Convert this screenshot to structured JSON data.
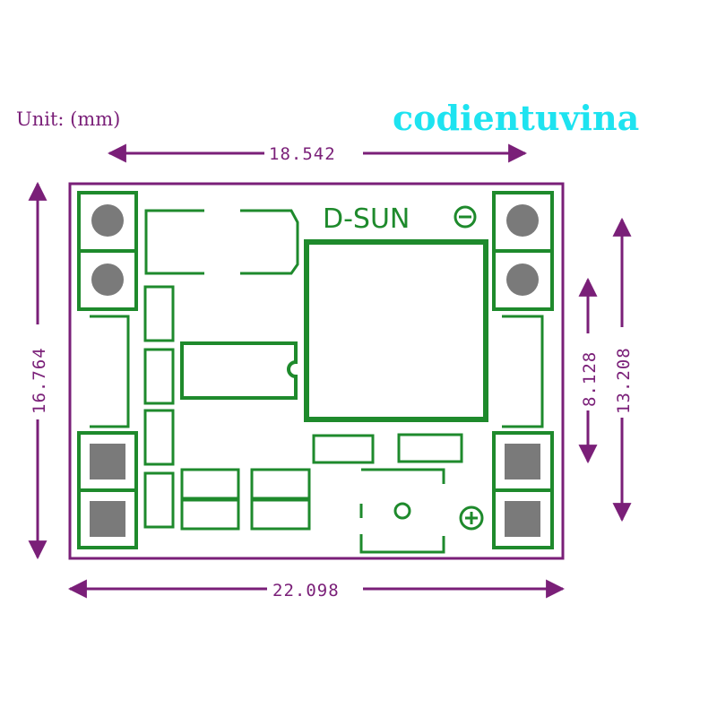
{
  "unit_label": "Unit: (mm)",
  "watermark": "codientuvina",
  "board_brand": "D-SUN",
  "polarity_negative": "⊖",
  "polarity_positive": "⊕",
  "dimensions": {
    "top_width": "18.542",
    "bottom_width": "22.098",
    "left_height": "16.764",
    "right_inner_height": "8.128",
    "right_outer_height": "13.208"
  },
  "colors": {
    "dimension": "#7a1f78",
    "silkscreen": "#1e8a2c",
    "watermark": "#1ee3f0"
  }
}
